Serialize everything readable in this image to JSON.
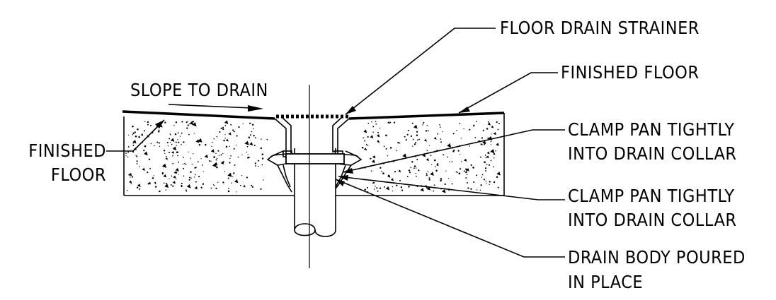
{
  "labels": {
    "floor_drain_strainer": "FLOOR DRAIN STRAINER",
    "finished_floor_right": "FINISHED FLOOR",
    "slope_to_drain": "SLOPE TO DRAIN",
    "finished_floor_left_1": "FINISHED",
    "finished_floor_left_2": "FLOOR",
    "clamp_pan_a_1": "CLAMP PAN TIGHTLY",
    "clamp_pan_a_2": "INTO DRAIN COLLAR",
    "clamp_pan_b_1": "CLAMP PAN TIGHTLY",
    "clamp_pan_b_2": "INTO DRAIN COLLAR",
    "drain_body_1": "DRAIN BODY POURED",
    "drain_body_2": "IN PLACE"
  }
}
